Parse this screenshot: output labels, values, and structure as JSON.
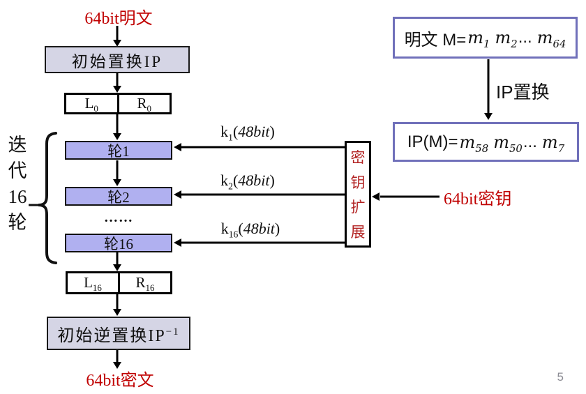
{
  "colors": {
    "label_red": "#c00000",
    "key_expansion_text_red": "#b22222",
    "round_box_fill": "#b0b0f0",
    "permutation_box_fill": "#d5d5e5",
    "right_box_border": "#7070ba"
  },
  "flow": {
    "plaintext_label": "64bit明文",
    "ip_box_label": "初始置换IP",
    "l0": {
      "base": "L",
      "sub": "0"
    },
    "r0": {
      "base": "R",
      "sub": "0"
    },
    "rounds": [
      {
        "label": "轮1"
      },
      {
        "label": "轮2"
      },
      {
        "label": "轮16"
      }
    ],
    "ellipsis": "……",
    "l16": {
      "base": "L",
      "sub": "16"
    },
    "r16": {
      "base": "R",
      "sub": "16"
    },
    "ip_inverse_box": {
      "base": "初始逆置换IP",
      "sup": "−1"
    },
    "ciphertext_label": "64bit密文"
  },
  "iteration_label": {
    "lines": [
      "迭",
      "代",
      "16",
      "轮"
    ]
  },
  "key_schedule": {
    "k1": {
      "base": "k",
      "sub": "1",
      "open": "(",
      "bits": "48bit",
      "close": ")"
    },
    "k2": {
      "base": "k",
      "sub": "2",
      "open": "(",
      "bits": "48bit",
      "close": ")"
    },
    "k16": {
      "base": "k",
      "sub": "16",
      "open": "(",
      "bits": "48bit",
      "close": ")"
    },
    "expansion_box": {
      "chars": [
        "密",
        "钥",
        "扩",
        "展"
      ]
    },
    "key_input_label": "64bit密钥"
  },
  "right_panel": {
    "message_box": {
      "prefix": "明文 M=",
      "terms": [
        {
          "base": "m",
          "sub": "1"
        },
        {
          "base": "m",
          "sub": "2"
        }
      ],
      "ellipsis": "...",
      "last": {
        "base": "m",
        "sub": "64"
      }
    },
    "arrow_label": "IP置换",
    "ip_result_box": {
      "prefix": "IP(M)=",
      "terms": [
        {
          "base": "m",
          "sub": "58"
        },
        {
          "base": "m",
          "sub": "50"
        }
      ],
      "ellipsis": "...",
      "last": {
        "base": "m",
        "sub": "7"
      }
    }
  },
  "page_number": "5"
}
